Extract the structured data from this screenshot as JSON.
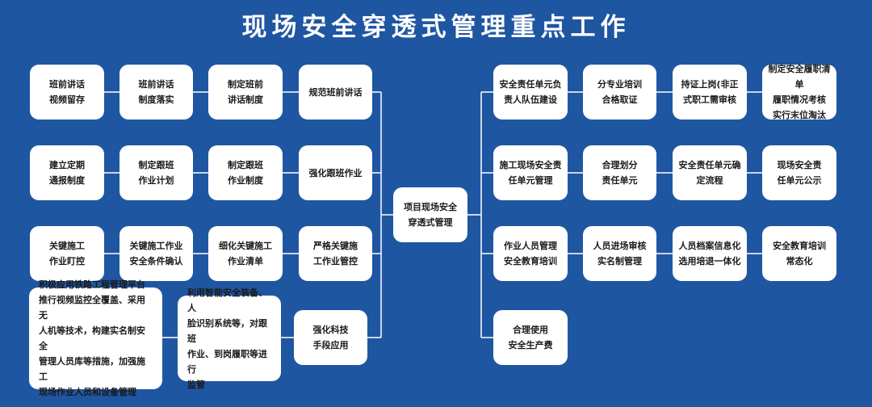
{
  "title": "现场安全穿透式管理重点工作",
  "center": "项目现场安全\n穿透式管理",
  "left": {
    "row1": {
      "main": "规范班前讲话",
      "items": [
        "班前讲话\n视频留存",
        "班前讲话\n制度落实",
        "制定班前\n讲话制度"
      ]
    },
    "row2": {
      "main": "强化跟班作业",
      "items": [
        "建立定期\n通报制度",
        "制定跟班\n作业计划",
        "制定跟班\n作业制度"
      ]
    },
    "row3": {
      "main": "严格关键施\n工作业管控",
      "items": [
        "关键施工\n作业盯控",
        "关键施工作业\n安全条件确认",
        "细化关键施工\n作业清单"
      ]
    },
    "row4": {
      "main": "强化科技\n手段应用",
      "items": [
        "积极应用铁路工程管理平台\n推行视频监控全覆盖、采用无\n人机等技术，构建实名制安全\n管理人员库等措施，加强施工\n现场作业人员和设备管理",
        "利用智能安全装备、人\n脸识别系统等，对跟班\n作业、到岗履职等进行\n监管"
      ]
    }
  },
  "right": {
    "row1": {
      "main": "安全责任单元负\n责人队伍建设",
      "items": [
        "分专业培训\n合格取证",
        "持证上岗(非正\n式职工需审核",
        "制定安全履职清单\n履职情况考核\n实行末位淘汰"
      ]
    },
    "row2": {
      "main": "施工现场安全责\n任单元管理",
      "items": [
        "合理划分\n责任单元",
        "安全责任单元确\n定流程",
        "现场安全责\n任单元公示"
      ]
    },
    "row3": {
      "main": "作业人员管理\n安全教育培训",
      "items": [
        "人员进场审核\n实名制管理",
        "人员档案信息化\n选用培退一体化",
        "安全教育培训\n常态化"
      ]
    },
    "row4": {
      "main": "合理使用\n安全生产费",
      "items": []
    }
  }
}
